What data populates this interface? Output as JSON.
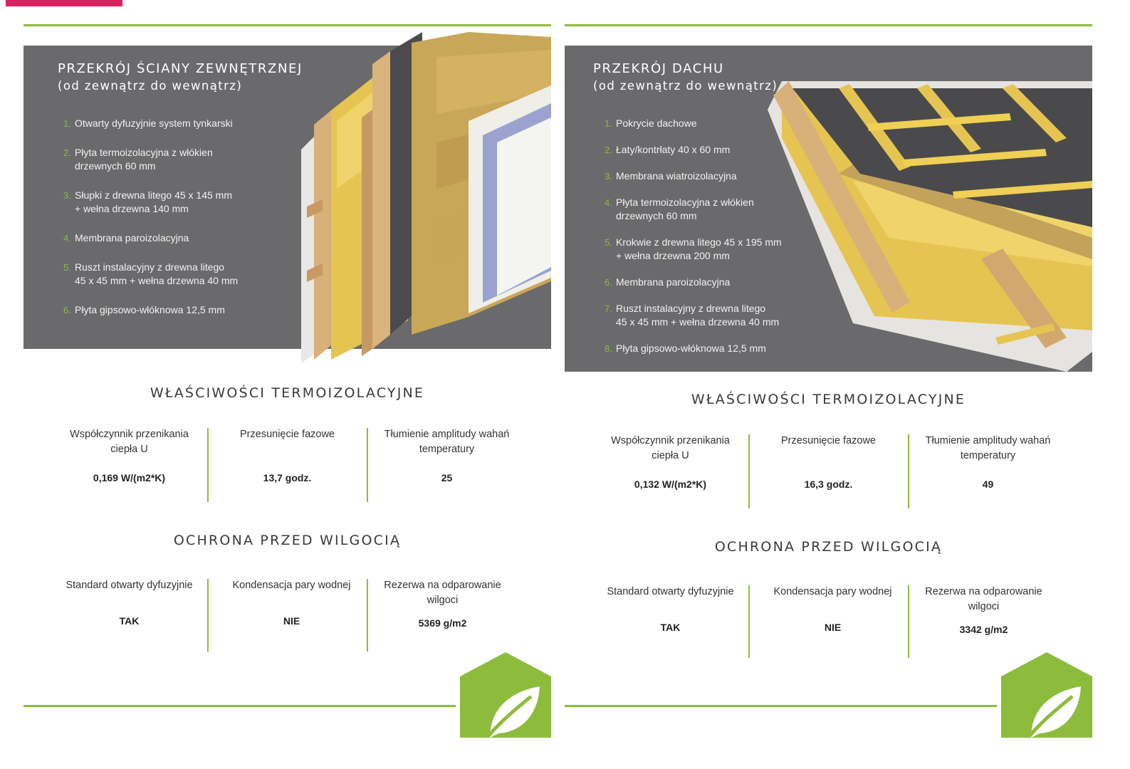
{
  "colors": {
    "accent_green": "#8dbb3c",
    "panel_gray": "#6a6a6c",
    "top_tab_magenta": "#d6245f",
    "wool_yellow": "#e6c452"
  },
  "left": {
    "title": "PRZEKRÓJ ŚCIANY ZEWNĘTRZNEJ",
    "subtitle": "(od zewnątrz do wewnątrz)",
    "layers": [
      {
        "num": "1.",
        "text": "Otwarty dyfuzyjnie system tynkarski"
      },
      {
        "num": "2.",
        "text": "Płyta termoizolacyjna z włókien\ndrzewnych 60 mm"
      },
      {
        "num": "3.",
        "text": "Słupki z drewna litego 45 x 145 mm\n+ wełna drzewna 140 mm"
      },
      {
        "num": "4.",
        "text": "Membrana paroizolacyjna"
      },
      {
        "num": "5.",
        "text": "Ruszt instalacyjny z drewna litego\n45 x 45 mm + wełna drzewna 40 mm"
      },
      {
        "num": "6.",
        "text": "Płyta gipsowo-włóknowa 12,5 mm"
      }
    ],
    "thermal": {
      "title": "WŁAŚCIWOŚCI TERMOIZOLACYJNE",
      "cols": [
        {
          "label": "Współczynnik przenikania\nciepła U",
          "value": "0,169 W/(m2*K)"
        },
        {
          "label": "Przesunięcie fazowe",
          "value": "13,7 godz."
        },
        {
          "label": "Tłumienie amplitudy wahań\ntemperatury",
          "value": "25"
        }
      ]
    },
    "moisture": {
      "title": "OCHRONA PRZED WILGOCIĄ",
      "cols": [
        {
          "label": "Standard otwarty dyfuzyjnie",
          "value": "TAK"
        },
        {
          "label": "Kondensacja pary wodnej",
          "value": "NIE"
        },
        {
          "label": "Rezerwa na odparowanie\nwilgoci",
          "value": "5369 g/m2"
        }
      ]
    }
  },
  "right": {
    "title": "PRZEKRÓJ DACHU",
    "subtitle": "(od zewnątrz do wewnątrz)",
    "layers": [
      {
        "num": "1.",
        "text": "Pokrycie dachowe"
      },
      {
        "num": "2.",
        "text": "Łaty/kontrłaty 40 x 60 mm"
      },
      {
        "num": "3.",
        "text": "Membrana wiatroizolacyjna"
      },
      {
        "num": "4.",
        "text": "Płyta termoizolacyjna z włókien\ndrzewnych 60 mm"
      },
      {
        "num": "5.",
        "text": "Krokwie z drewna litego 45 x 195 mm\n+ wełna drzewna 200 mm"
      },
      {
        "num": "6.",
        "text": "Membrana paroizolacyjna"
      },
      {
        "num": "7.",
        "text": "Ruszt instalacyjny z drewna litego\n45 x 45 mm + wełna drzewna 40 mm"
      },
      {
        "num": "8.",
        "text": "Płyta gipsowo-włóknowa 12,5 mm"
      }
    ],
    "thermal": {
      "title": "WŁAŚCIWOŚCI TERMOIZOLACYJNE",
      "cols": [
        {
          "label": "Współczynnik przenikania\nciepła U",
          "value": "0,132 W/(m2*K)"
        },
        {
          "label": "Przesunięcie fazowe",
          "value": "16,3 godz."
        },
        {
          "label": "Tłumienie amplitudy wahań\ntemperatury",
          "value": "49"
        }
      ]
    },
    "moisture": {
      "title": "OCHRONA PRZED WILGOCIĄ",
      "cols": [
        {
          "label": "Standard otwarty dyfuzyjnie",
          "value": "TAK"
        },
        {
          "label": "Kondensacja pary wodnej",
          "value": "NIE"
        },
        {
          "label": "Rezerwa na odparowanie\nwilgoci",
          "value": "3342 g/m2"
        }
      ]
    }
  }
}
